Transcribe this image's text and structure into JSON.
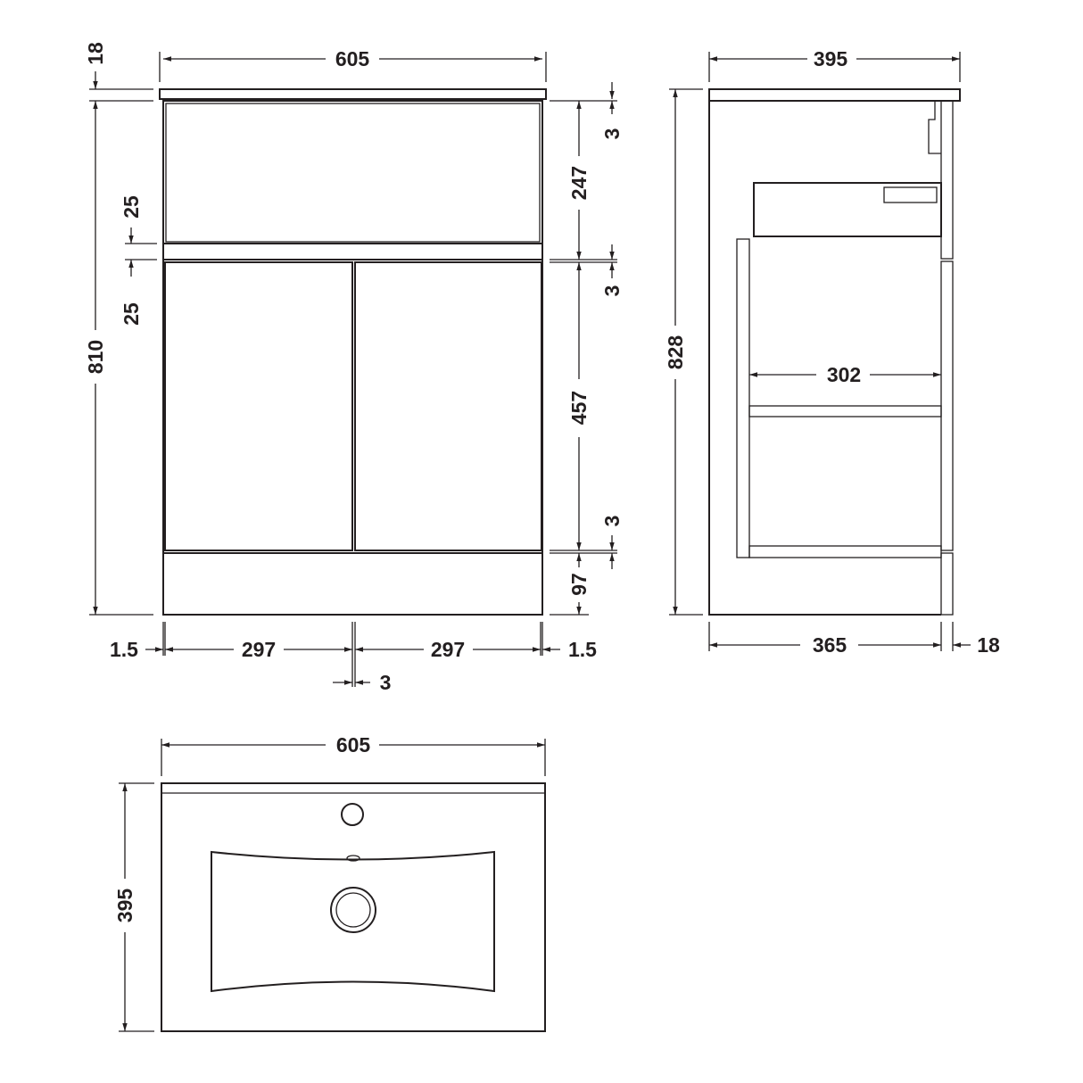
{
  "front_view": {
    "overall_width": "605",
    "top_thickness": "18",
    "overall_height": "810",
    "rail_upper": "25",
    "rail_lower": "25",
    "gap_top": "3",
    "drawer_height": "247",
    "gap_middle": "3",
    "door_height": "457",
    "gap_bottom": "3",
    "plinth_height": "97",
    "side_left": "1.5",
    "door_left_width": "297",
    "door_right_width": "297",
    "side_right": "1.5",
    "door_gap": "3"
  },
  "side_view": {
    "overall_depth": "395",
    "overall_height": "828",
    "internal_depth": "302",
    "carcass_depth": "365",
    "door_thickness": "18"
  },
  "plan_view": {
    "width": "605",
    "depth": "395"
  }
}
